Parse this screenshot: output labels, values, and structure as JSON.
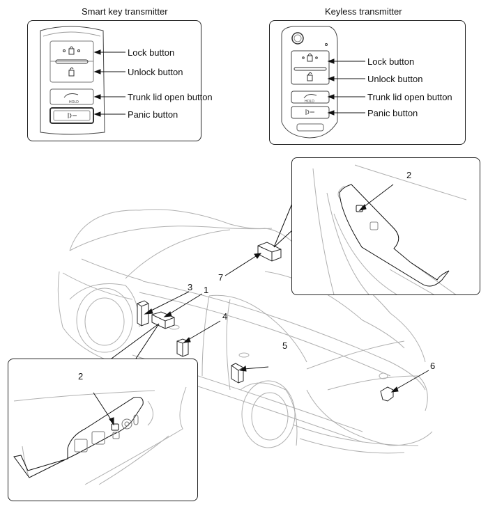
{
  "smart_key": {
    "title": "Smart key transmitter",
    "buttons": [
      "Lock button",
      "Unlock button",
      "Trunk lid open button",
      "Panic button"
    ],
    "trunk_glyph": "HOLD"
  },
  "keyless": {
    "title": "Keyless transmitter",
    "buttons": [
      "Lock button",
      "Unlock button",
      "Trunk lid open button",
      "Panic button"
    ],
    "trunk_glyph": "HOLD"
  },
  "callouts": {
    "c1": "1",
    "c2_front_detail": "2",
    "c2_rear_detail": "2",
    "c3": "3",
    "c4": "4",
    "c5": "5",
    "c6": "6",
    "c7": "7"
  },
  "colors": {
    "line_dark": "#222222",
    "line_light": "#b0b0b0",
    "background": "#ffffff"
  }
}
